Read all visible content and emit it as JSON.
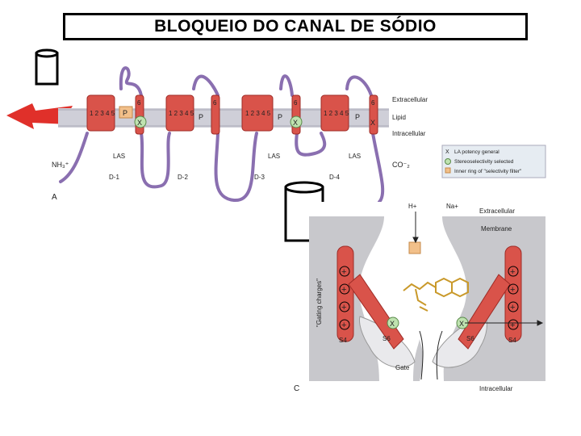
{
  "title": "BLOQUEIO DO CANAL DE SÓDIO",
  "panel_a": {
    "panel_label": "A",
    "domains": [
      "D-1",
      "D-2",
      "D-3",
      "D-4"
    ],
    "segment_numbers": [
      "1",
      "2",
      "3",
      "4",
      "5",
      "6"
    ],
    "segment_numbers_text": "1 2 3 4 5",
    "pore_label": "P",
    "las_label": "LAS",
    "x_label": "X",
    "n_terminus": "NH₃⁺",
    "c_terminus": "CO⁻₂",
    "layer_labels": {
      "extracellular": "Extracellular",
      "lipid": "Lipid",
      "intracellular": "Intracellular"
    },
    "legend": [
      {
        "symbol": "X",
        "text": "LA potency general"
      },
      {
        "symbol": "circle",
        "text": "Stereoselectivity selected"
      },
      {
        "symbol": "square",
        "text": "Inner ring of \"selectivity filter\""
      }
    ]
  },
  "panel_c": {
    "panel_label": "C",
    "ions": [
      "H+",
      "Na+"
    ],
    "extracellular": "Extracellular",
    "membrane": "Membrane",
    "intracellular": "Intracellular",
    "gating_charges": "\"Gating charges\"",
    "gate": "Gate",
    "s4": "S4",
    "s6": "S6",
    "x_label": "X",
    "plus": "+"
  },
  "colors": {
    "helix": "#d9534a",
    "helix_dark": "#9e2b26",
    "loop": "#8a6fb0",
    "membrane_band": "#cfcfd8",
    "panel_c_bg": "#c8c8cc",
    "green_marker": "#bfe3b0",
    "pore_square": "#f2c08a",
    "arrow": "#e0302a"
  }
}
